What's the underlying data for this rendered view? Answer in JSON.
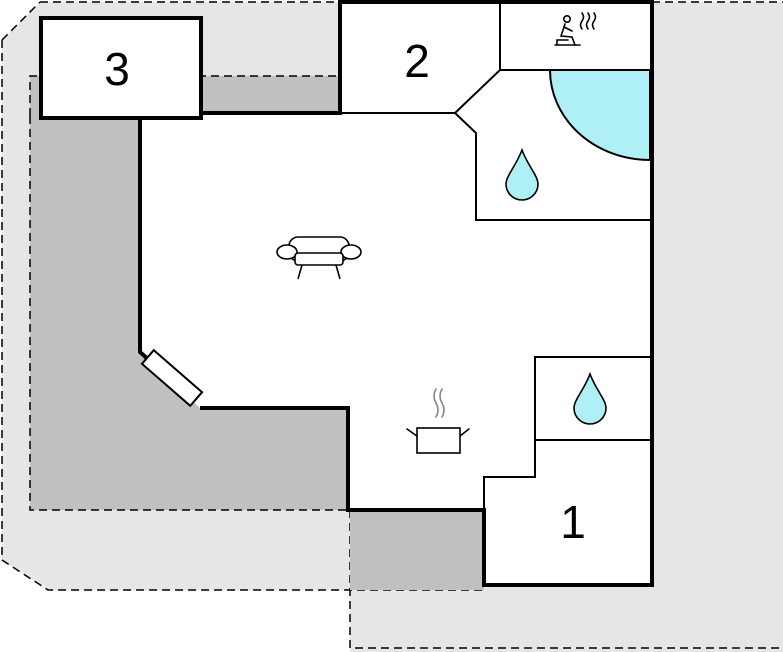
{
  "floorplan": {
    "rooms": [
      {
        "label": "3"
      },
      {
        "label": "2"
      },
      {
        "label": "1"
      }
    ],
    "icons": [
      {
        "name": "sauna-icon"
      },
      {
        "name": "pool-icon"
      },
      {
        "name": "water-drop-icon"
      },
      {
        "name": "sofa-icon"
      },
      {
        "name": "window-icon"
      },
      {
        "name": "cooking-pot-icon"
      }
    ],
    "colors": {
      "outdoor_area": "#e6e6e6",
      "covered_terrace": "#c0c0c0",
      "interior": "#ffffff",
      "pool_water": "#aef0f6",
      "walls": "#000000"
    }
  }
}
